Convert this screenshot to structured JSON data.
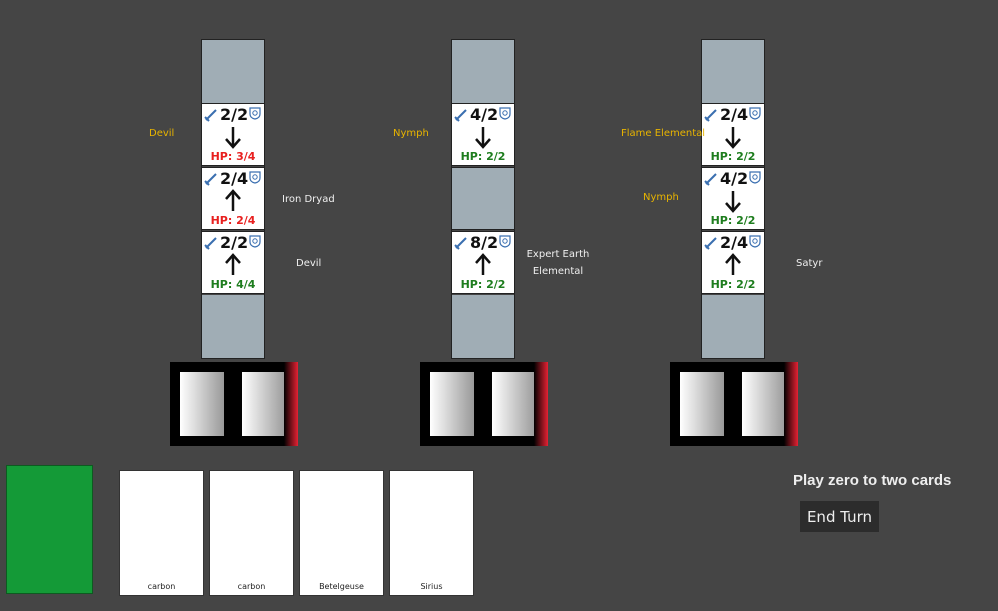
{
  "lanes": [
    {
      "slots": [
        {
          "type": "empty"
        },
        {
          "type": "card",
          "attack": "2/2",
          "direction": "down",
          "hp": "HP: 3/4",
          "hp_color": "#e8201f"
        },
        {
          "type": "card",
          "attack": "2/4",
          "direction": "up",
          "hp": "HP: 2/4",
          "hp_color": "#e8201f"
        },
        {
          "type": "card",
          "attack": "2/2",
          "direction": "up",
          "hp": "HP: 4/4",
          "hp_color": "#1e7d1e"
        },
        {
          "type": "empty"
        }
      ],
      "enemy_labels": [
        "Devil"
      ],
      "ally_labels": [
        "Iron Dryad",
        "Devil"
      ]
    },
    {
      "slots": [
        {
          "type": "empty"
        },
        {
          "type": "card",
          "attack": "4/2",
          "direction": "down",
          "hp": "HP: 2/2",
          "hp_color": "#1e7d1e"
        },
        {
          "type": "empty"
        },
        {
          "type": "card",
          "attack": "8/2",
          "direction": "up",
          "hp": "HP: 2/2",
          "hp_color": "#1e7d1e"
        },
        {
          "type": "empty"
        }
      ],
      "enemy_labels": [
        "Nymph"
      ],
      "ally_labels": [
        "Expert Earth",
        "Elemental"
      ]
    },
    {
      "slots": [
        {
          "type": "empty"
        },
        {
          "type": "card",
          "attack": "2/4",
          "direction": "down",
          "hp": "HP: 2/2",
          "hp_color": "#1e7d1e"
        },
        {
          "type": "card",
          "attack": "4/2",
          "direction": "down",
          "hp": "HP: 2/2",
          "hp_color": "#1e7d1e"
        },
        {
          "type": "card",
          "attack": "2/4",
          "direction": "up",
          "hp": "HP: 2/2",
          "hp_color": "#1e7d1e"
        },
        {
          "type": "empty"
        }
      ],
      "enemy_labels": [
        "Flame Elemental",
        "Nymph"
      ],
      "ally_labels": [
        "Satyr"
      ]
    }
  ],
  "hand": [
    "carbon",
    "carbon",
    "Betelgeuse",
    "Sirius"
  ],
  "deck_color": "#149a37",
  "instruction": "Play zero to two cards",
  "end_turn_label": "End Turn",
  "icons": {
    "attack": "sword-icon",
    "defense": "shield-icon",
    "direction": "arrow-icon"
  }
}
